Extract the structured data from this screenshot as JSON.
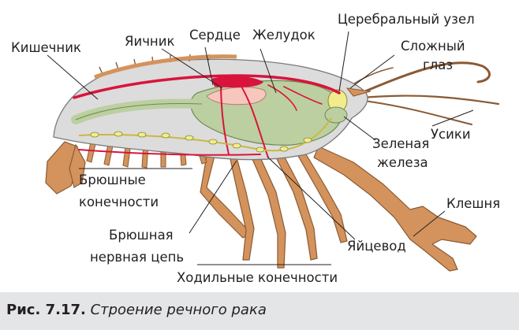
{
  "figure": {
    "labels": {
      "intestine": "Кишечник",
      "ovary": "Яичник",
      "heart": "Сердце",
      "stomach": "Желудок",
      "cerebral_ganglion": "Церебральный узел",
      "compound_eye_line1": "Сложный",
      "compound_eye_line2": "глаз",
      "antennae": "Усики",
      "green_gland_line1": "Зеленая",
      "green_gland_line2": "железа",
      "claw": "Клешня",
      "abdominal_limbs_line1": "Брюшные",
      "abdominal_limbs_line2": "конечности",
      "nerve_cord_line1": "Брюшная",
      "nerve_cord_line2": "нервная цепь",
      "oviduct": "Яйцевод",
      "walking_legs": "Ходильные конечности"
    },
    "colors": {
      "shell": "#dcdcdc",
      "limbs": "#d4935c",
      "internal_organs": "#bccfa0",
      "vessels": "#d9143c",
      "ovary": "#f6c7bc",
      "nerves": "#f2ec8c"
    }
  },
  "caption": {
    "number": "Рис. 7.17.",
    "text": "Строение речного рака"
  }
}
